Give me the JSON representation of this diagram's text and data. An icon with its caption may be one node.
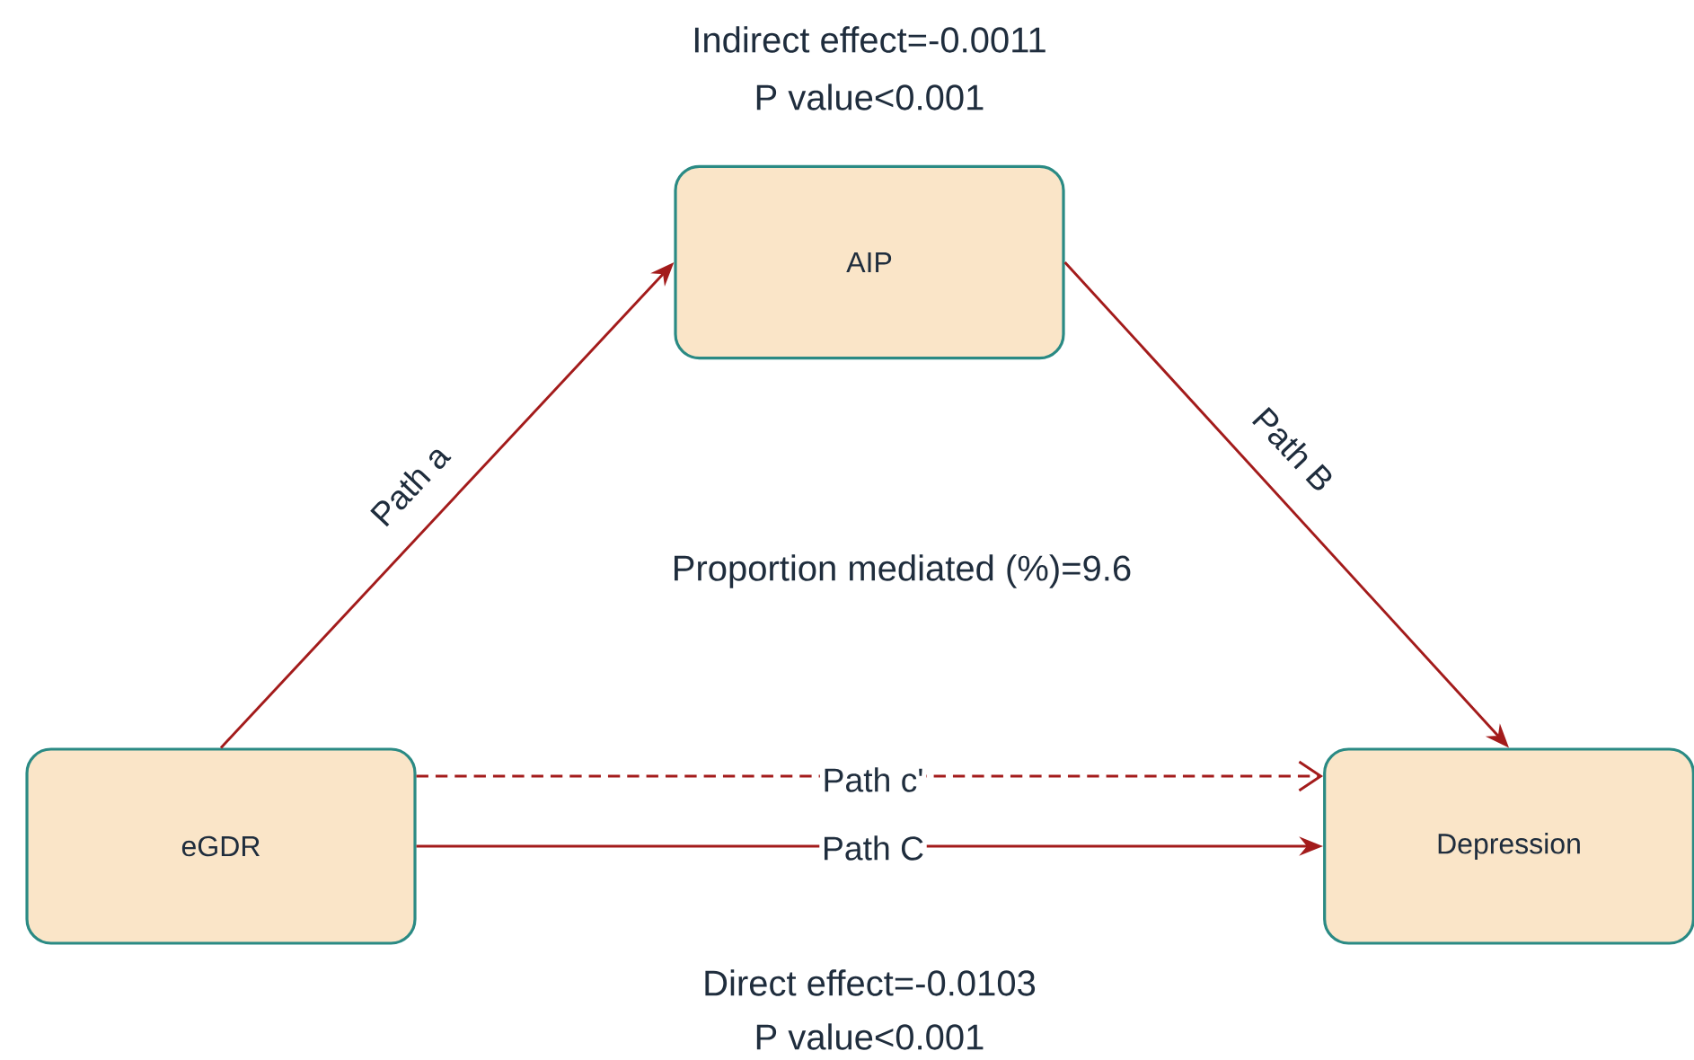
{
  "diagram": {
    "nodes": [
      {
        "text": [
          "AIP"
        ]
      },
      {
        "text": [
          "eGDR"
        ]
      },
      {
        "text": [
          "Depression"
        ]
      }
    ],
    "edges": [
      {
        "from": 1,
        "to": 0,
        "arrow": "to",
        "label": "Path a"
      },
      {
        "from": 0,
        "to": 2,
        "arrow": "to",
        "label": "Path B"
      },
      {
        "from": 1,
        "to": 2,
        "arrow": "to",
        "label": "Path c'",
        "style": "dashed"
      },
      {
        "from": 1,
        "to": 2,
        "arrow": "to",
        "label": "Path C"
      }
    ],
    "labels": [
      "Indirect effect=-0.0011",
      "P value<0.001",
      "Proportion mediated (%)=9.6",
      "Direct effect=-0.0103",
      "P value<0.001"
    ]
  }
}
